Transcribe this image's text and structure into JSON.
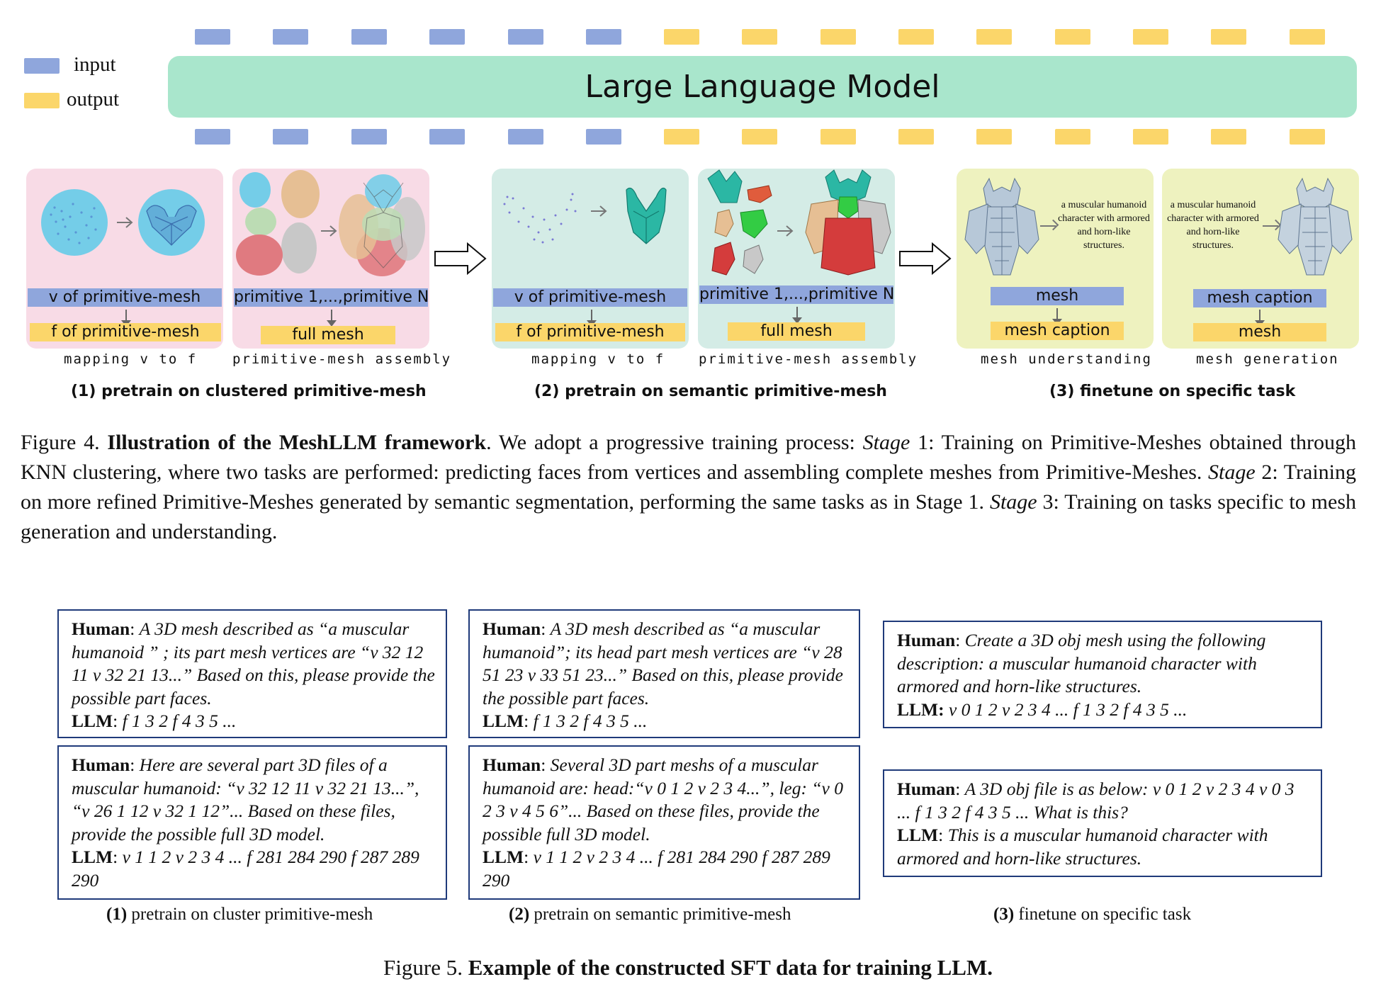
{
  "legend": {
    "input": "input",
    "output": "output",
    "colors": {
      "input": "#8fa6dc",
      "output": "#fbd66a",
      "llm": "#a9e6cc"
    }
  },
  "llm": {
    "label": "Large Language Model"
  },
  "stage1": {
    "left": {
      "top_pill": "v of primitive-mesh",
      "bottom_pill": "f of primitive-mesh",
      "task": "mapping v to f"
    },
    "right": {
      "top_pill": "primitive 1,...,primitive N",
      "bottom_pill": "full mesh",
      "task": "primitive-mesh assembly"
    },
    "caption": "(1) pretrain on clustered primitive-mesh"
  },
  "stage2": {
    "left": {
      "top_pill": "v of primitive-mesh",
      "bottom_pill": "f of primitive-mesh",
      "task": "mapping v to f"
    },
    "right": {
      "top_pill": "primitive 1,...,primitive N",
      "bottom_pill": "full mesh",
      "task": "primitive-mesh assembly"
    },
    "caption": "(2) pretrain on semantic primitive-mesh"
  },
  "stage3": {
    "left": {
      "text": "a muscular humanoid character with armored and horn-like structures.",
      "top_pill": "mesh",
      "bottom_pill": "mesh caption",
      "task": "mesh understanding"
    },
    "right": {
      "text": "a muscular humanoid character with armored and horn-like structures.",
      "top_pill": "mesh caption",
      "bottom_pill": "mesh",
      "task": "mesh generation"
    },
    "caption": "(3) finetune on specific task"
  },
  "figure4": {
    "label": "Figure 4.",
    "title": "Illustration of the MeshLLM framework",
    "text_a": ".  We adopt a progressive training process: ",
    "stage1_word": "Stage",
    "text_b": " 1: Training on Primitive-Meshes obtained through KNN clustering, where two tasks are performed: predicting faces from vertices and assembling complete meshes from Primitive-Meshes. ",
    "stage2_word": "Stage",
    "text_c": " 2: Training on more refined Primitive-Meshes generated by semantic segmentation, performing the same tasks as in Stage 1. ",
    "stage3_word": "Stage",
    "text_d": " 3: Training on tasks specific to mesh generation and understanding."
  },
  "figure5": {
    "box1a": {
      "human_label": "Human",
      "human_text": "A 3D mesh described as “a muscular humanoid ” ; its part mesh vertices are “v 32 12 11 v 32 21 13...” Based on this, please provide the possible part faces.",
      "llm_label": "LLM",
      "llm_text": "f 1 3 2 f 4 3 5 ..."
    },
    "box1b": {
      "human_label": "Human",
      "human_text": "Here are several part 3D files of a muscular humanoid: “v 32 12 11 v 32 21 13...”, “v 26 1 12 v 32 1 12”... Based on these files, provide the possible full 3D model.",
      "llm_label": "LLM",
      "llm_text": "v 1 1 2 v 2 3 4 ... f 281 284 290 f 287 289 290"
    },
    "box2a": {
      "human_label": "Human",
      "human_text": "A 3D mesh described as “a muscular humanoid”; its head part mesh vertices are “v 28 51 23 v 33 51 23...” Based on this, please provide the possible part faces.",
      "llm_label": "LLM",
      "llm_text": "f 1 3 2 f 4 3 5 ..."
    },
    "box2b": {
      "human_label": "Human",
      "human_text": "Several 3D part meshs of a muscular humanoid are: head:“v 0 1 2 v 2 3 4...”, leg: “v 0 2 3 v 4 5 6”... Based on these files, provide the possible full 3D model.",
      "llm_label": "LLM",
      "llm_text": "v 1 1 2 v 2 3 4 ... f 281 284 290 f 287 289 290"
    },
    "box3a": {
      "human_label": "Human",
      "human_text": "Create a 3D obj mesh using the following description: a muscular humanoid character with armored and horn-like structures.",
      "llm_label": "LLM:",
      "llm_text": "v 0 1 2 v 2 3 4 ... f 1 3 2 f 4 3 5 ..."
    },
    "box3b": {
      "human_label": "Human",
      "human_text": "A 3D obj file is as below: v 0 1 2 v 2 3 4 v 0 3 ... f 1 3 2 f 4 3 5 ... What is this?",
      "llm_label": "LLM",
      "llm_text": "This is a muscular humanoid character with armored and horn-like structures."
    },
    "sub1": {
      "num": "(1)",
      "text": " pretrain on cluster primitive-mesh"
    },
    "sub2": {
      "num": "(2)",
      "text": " pretrain on semantic primitive-mesh"
    },
    "sub3": {
      "num": "(3)",
      "text": " finetune on specific task"
    },
    "caption_label": "Figure 5.",
    "caption_title": "Example of the constructed SFT data for training LLM."
  }
}
